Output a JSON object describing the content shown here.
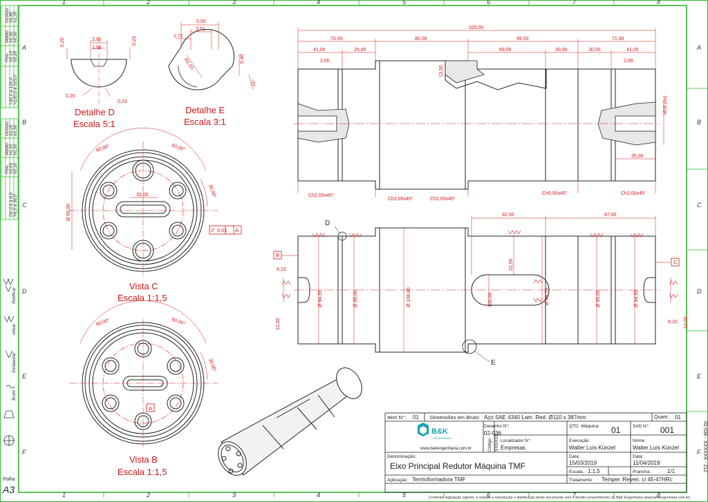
{
  "zones": {
    "cols": [
      "1",
      "2",
      "3",
      "4",
      "5",
      "6",
      "7",
      "8"
    ],
    "rows": [
      "A",
      "B",
      "C",
      "D",
      "E",
      "F"
    ]
  },
  "sheet_size": "A3",
  "sheet_size_label": "Folha",
  "tolerance_table_top": {
    "headers": [
      "Fino",
      "Médio",
      "Grosso"
    ],
    "rows": [
      [
        "±0,15",
        "±0,30",
        "±0,80"
      ],
      [
        "±0,20",
        "±0,50",
        "±1,20"
      ]
    ],
    "ranges": [
      ">30,0 a 120,0",
      "+120,0 a 315,0"
    ]
  },
  "tolerance_table_mid": {
    "headers": [
      "Fino",
      "Médio",
      "Grosso"
    ],
    "rows": [
      [
        "±0,05",
        "±0,10",
        "±0,20"
      ],
      [
        "±0,10",
        "±0,20",
        "±0,50"
      ]
    ],
    "ranges": [
      "De 0,5 a 6,0",
      "+6,0 a 30,0"
    ]
  },
  "surface_finish": {
    "retificar": "Retificar",
    "alisar": "Alisar",
    "desbastar": "Desbastar",
    "bruto": "Bruto"
  },
  "views": {
    "detail_d_title": "Detalhe D",
    "detail_d_scale": "Escala 5:1",
    "detail_e_title": "Detalhe E",
    "detail_e_scale": "Escala 3:1",
    "view_c_title": "Vista C",
    "view_c_scale": "Escala 1:1,5",
    "view_b_title": "Vista B",
    "view_b_scale": "Escala 1:1,5",
    "label_d": "D",
    "label_e": "E",
    "label_a": "A",
    "label_b": "B",
    "label_c": "C"
  },
  "dims": {
    "d_020a": "0,20",
    "d_200": "2,00",
    "d_158": "1,58",
    "d_023a": "0,23",
    "d_020b": "0,20",
    "d_023b": "0,23",
    "e_500": "5,00",
    "e_351": "3,51",
    "e_171": "1,71",
    "e_r250": "R2,50",
    "e_040": "0,40",
    "e_15": "15°",
    "c_60a": "60,00°",
    "c_60b": "60,00°",
    "c_30": "30,00°",
    "c_33": "33,00",
    "c_dia65": "Ø 65,00",
    "c_flat": "0,01",
    "b_60a": "60,00°",
    "b_60b": "60,00°",
    "b_30": "30,00°",
    "t_320": "320,00",
    "t_70": "70,00",
    "t_80": "80,00",
    "t_99": "99,00",
    "t_71": "71,00",
    "t_41a": "41,00",
    "t_29": "29,00",
    "t_69": "69,00",
    "t_30a": "30,00",
    "t_30b": "30,00",
    "t_41b": "41,00",
    "t_2a": "2,00",
    "t_2b": "2,00",
    "t_1350": "13,50",
    "t_m16": "M16 (6x)",
    "t_35": "35,00",
    "ch1": "Ch2,00x45°",
    "ch2": "Ch2,00x45°",
    "ch3": "Ch2,00x45°",
    "ch4": "Ch0,50x45°",
    "ch5": "Ch2,00x45°",
    "f_92": "92,00",
    "f_87": "87,00",
    "f_610a": "6,10",
    "f_610b": "6,10",
    "f_1200a": "12,00",
    "f_1200b": "12,00",
    "f_dia9455a": "Ø 94,55",
    "f_dia9500a": "Ø 95,00",
    "f_dia108": "Ø 108,00",
    "f_100": "100,00",
    "f_dia9970": "Ø 99,70",
    "f_dia9500b": "Ø 95,00",
    "f_dia9455b": "Ø 94,55",
    "f_22": "22,00"
  },
  "title_block": {
    "item_label": "Item N°:",
    "item": "01",
    "raw_dims_label": "Dimensões em Bruto:",
    "raw_dims": "Aço SAE 4340 Lam. Red. Ø110 x 387mm",
    "qty_label": "Quant.:",
    "qty": "01",
    "drawing_label": "Desenho N°:",
    "drawing": "02-036",
    "code_label": "Código",
    "code": "XXXXXX",
    "qty_machine_label": "QTD. Máquina:",
    "qty_machine": "01",
    "sad_label": "SAD N°:",
    "sad": "001",
    "locator_label": "Localizador N°:",
    "locator": "Empresas",
    "execution_label": "Execução:",
    "execution": "Walter Luís Künzel",
    "name_label": "Nome:",
    "name": "Walter Luís Künzel",
    "denomination_label": "Denominação:",
    "denomination": "Eixo Principal Redutor Máquina TMF",
    "date_label1": "Data:",
    "date1": "15/03/2019",
    "date_label2": "Data:",
    "date2": "11/04/2019",
    "scale_label": "Escala:",
    "scale": "1:1,5",
    "sheet_label": "Prancha:",
    "sheet": "1/1",
    "application_label": "Aplicação:",
    "application": "Termoformadora TMF",
    "treatment_label": "Tratamento:",
    "treatment": "Temper. Reven. c/ 45-47HRc",
    "logo_text": "B&K",
    "logo_sub": "ENGENHARIA",
    "website": "www.bekengenharia.com.br",
    "side_code": "02-036 - XXXXXX - 212"
  },
  "footer": "Conforme legislação vigente, é vedada a reprodução e distribuição deste documento sem o devido consentimento da B&K Engenharia (www.bekengenharia.com.br)",
  "colors": {
    "border": "#2db52d",
    "dim_red": "#d21414",
    "logo_teal": "#1aa0b0"
  }
}
